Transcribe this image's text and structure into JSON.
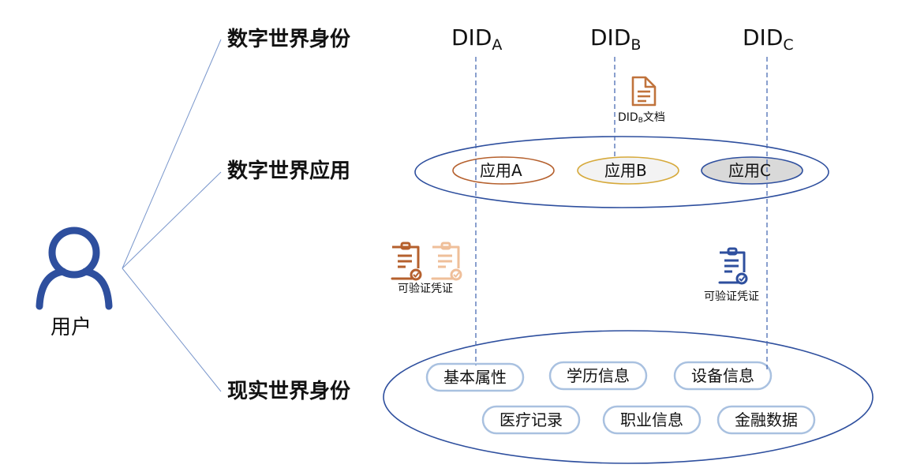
{
  "user": {
    "label": "用户",
    "color": "#2e4f9e"
  },
  "rows": {
    "digital_identity": "数字世界身份",
    "digital_application": "数字世界应用",
    "real_identity": "现实世界身份"
  },
  "dids": [
    {
      "base": "DID",
      "sub": "A"
    },
    {
      "base": "DID",
      "sub": "B"
    },
    {
      "base": "DID",
      "sub": "C"
    }
  ],
  "did_document": {
    "base": "DID",
    "sub": "B",
    "suffix": "文档",
    "icon": "document-icon",
    "color": "#c0733c"
  },
  "applications": [
    {
      "label": "应用A",
      "border": "#b5602d",
      "fill": "#ffffff"
    },
    {
      "label": "应用B",
      "border": "#d6a93a",
      "fill": "#f3f3f3"
    },
    {
      "label": "应用C",
      "border": "#2e4f9e",
      "fill": "#d9d9d9"
    }
  ],
  "credentials_left": {
    "label": "可验证凭证",
    "icon": "verifiable-credential-icon",
    "colors": [
      "#b5602d",
      "#efbf9a"
    ]
  },
  "credentials_right": {
    "label": "可验证凭证",
    "icon": "verifiable-credential-icon",
    "colors": [
      "#2e4f9e"
    ]
  },
  "attributes": [
    {
      "label": "基本属性"
    },
    {
      "label": "学历信息"
    },
    {
      "label": "设备信息"
    },
    {
      "label": "医疗记录"
    },
    {
      "label": "职业信息"
    },
    {
      "label": "金融数据"
    }
  ],
  "colors": {
    "line": "#4a6cb3",
    "ellipse": "#2e4f9e",
    "pill_border": "#a9c1e0",
    "connector": "#7a97cc"
  }
}
